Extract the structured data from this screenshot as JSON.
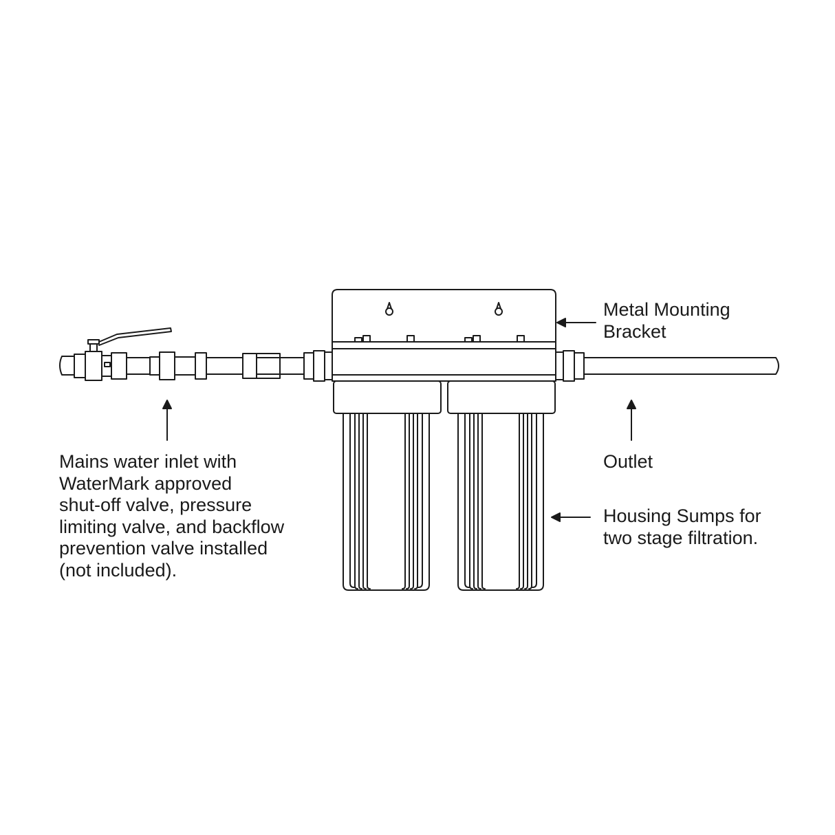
{
  "labels": {
    "bracket": [
      "Metal Mounting",
      "Bracket"
    ],
    "outlet": [
      "Outlet"
    ],
    "sumps": [
      "Housing Sumps for",
      "two stage filtration."
    ],
    "inlet": [
      "Mains water inlet with",
      "WaterMark approved",
      "shut-off valve, pressure",
      "limiting valve, and backflow",
      "prevention valve installed",
      "(not included)."
    ]
  },
  "colors": {
    "line": "#1a1a1a",
    "background": "#ffffff"
  },
  "icons": [
    "keyhole-icon",
    "arrow-up-icon",
    "arrow-left-icon"
  ]
}
